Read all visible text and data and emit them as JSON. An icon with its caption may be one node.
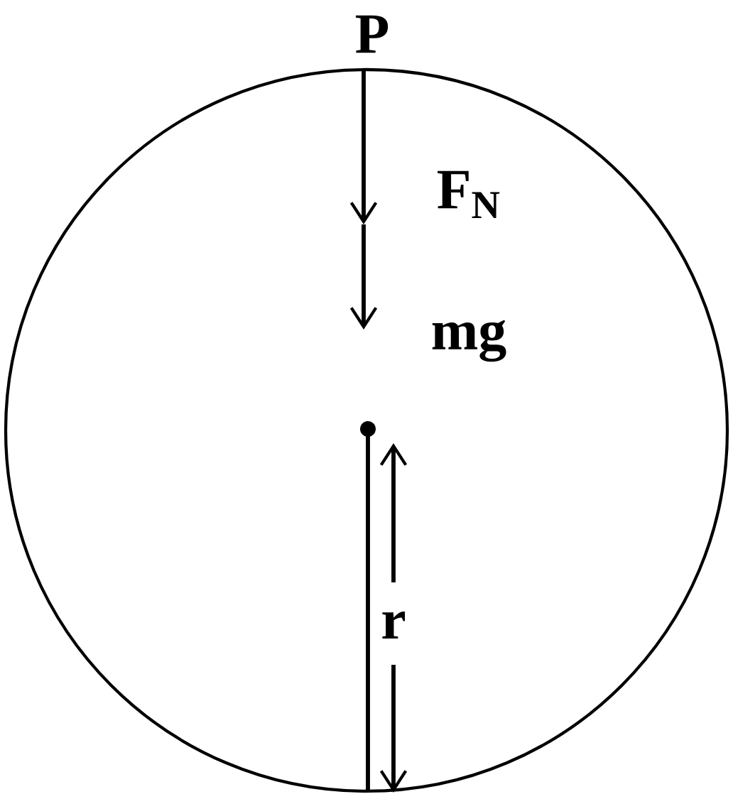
{
  "diagram": {
    "labels": [
      "P",
      "F$_{N}$",
      "mg",
      "r"
    ]
  }
}
